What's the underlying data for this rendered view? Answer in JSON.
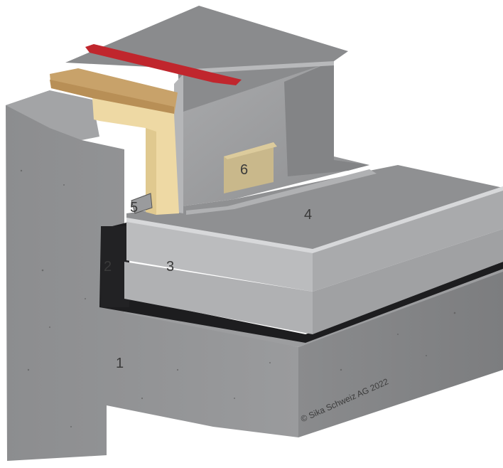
{
  "labels": {
    "l1": "1",
    "l2": "2",
    "l3": "3",
    "l4": "4",
    "l5": "5",
    "l6": "6"
  },
  "copyright": "© Sika Schweiz AG 2022",
  "colors": {
    "concrete": "#8f9092",
    "concrete_dark": "#7f8082",
    "membrane": "#9b9c9e",
    "membrane_dark": "#7e8082",
    "insulation_board": "#c9c1b0",
    "insulation_yellow": "#eed9a4",
    "timber": "#c8a26a",
    "red_flashing": "#c0262d",
    "vapour_barrier": "#1d1d1f"
  }
}
